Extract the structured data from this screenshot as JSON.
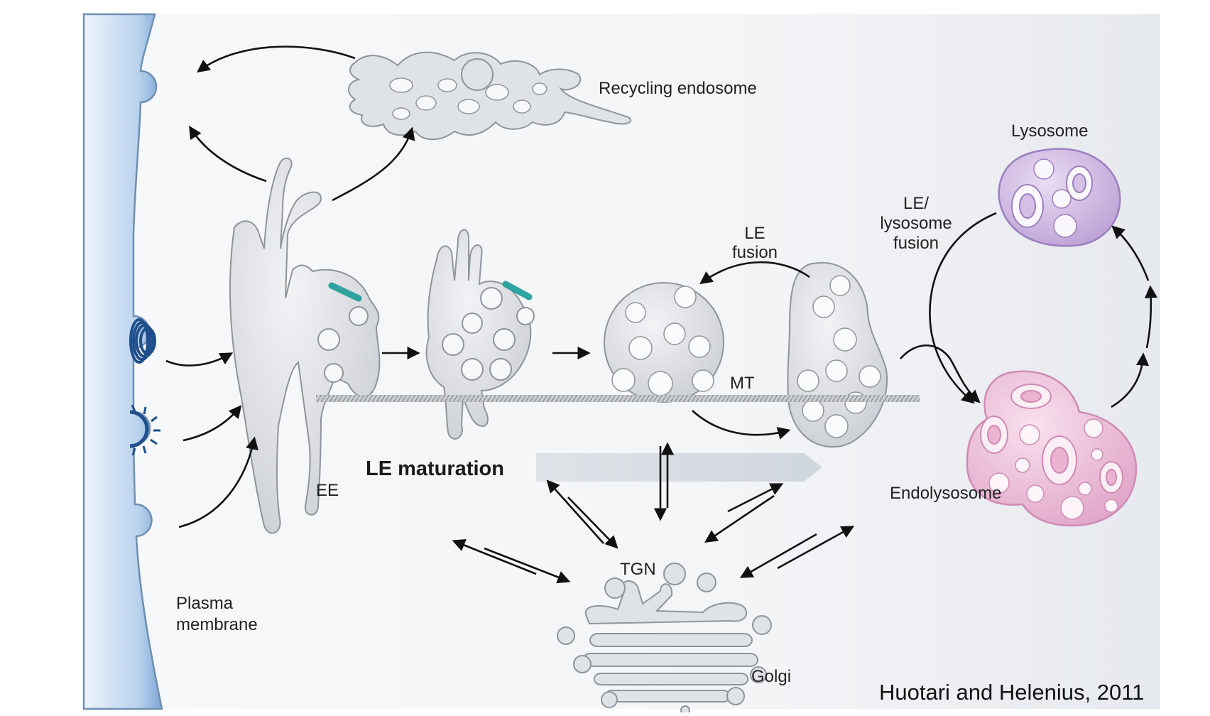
{
  "labels": {
    "recycling_endosome": "Recycling endosome",
    "lysosome": "Lysosome",
    "le_lysosome_fusion": [
      "LE/",
      "lysosome",
      "fusion"
    ],
    "le_fusion": [
      "LE",
      "fusion"
    ],
    "mt": "MT",
    "ee": "EE",
    "le_maturation": "LE maturation",
    "endolysosome": "Endolysosome",
    "tgn": "TGN",
    "golgi": "Golgi",
    "plasma_membrane": [
      "Plasma",
      "membrane"
    ]
  },
  "citation": "Huotari and Helenius, 2011",
  "colors": {
    "membrane_blue": "#8fb6e0",
    "organelle_gray": "#dcdfe3",
    "lysosome_purple": "#c9b2dd",
    "endolysosome_pink": "#ecbcd8",
    "rab_teal": "#2fa3a0",
    "coat_navy": "#1f4f8c"
  }
}
